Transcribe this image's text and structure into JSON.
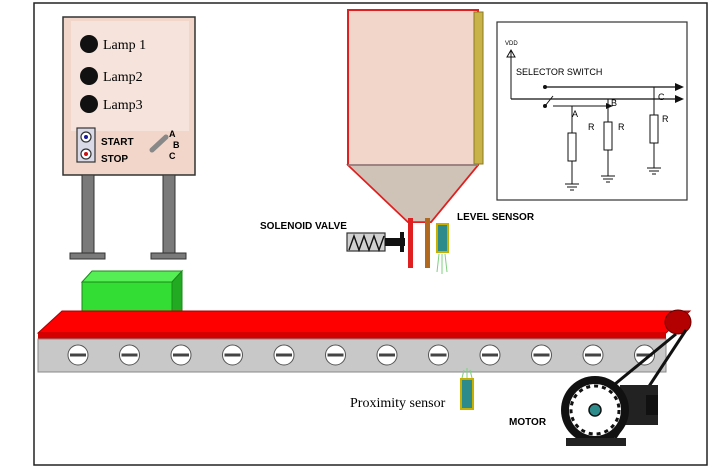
{
  "control_panel": {
    "lamps": [
      "Lamp 1",
      "Lamp2",
      "Lamp3"
    ],
    "start_label": "START",
    "stop_label": "STOP",
    "selector_positions": [
      "A",
      "B",
      "C"
    ]
  },
  "labels": {
    "solenoid_valve": "SOLENOID VALVE",
    "level_sensor": "LEVEL SENSOR",
    "proximity_sensor": "Proximity sensor",
    "motor": "MOTOR"
  },
  "circuit": {
    "vdd": "VDD",
    "selector_switch": "SELECTOR SWITCH",
    "branches": [
      "A",
      "B",
      "C"
    ],
    "resistor_label": "R"
  },
  "colors": {
    "belt": "#ff0000",
    "box": "#33dd33",
    "hopper": "#f2d6c9",
    "panel": "#f2d6c9",
    "rollers": "#c8c8c8"
  }
}
